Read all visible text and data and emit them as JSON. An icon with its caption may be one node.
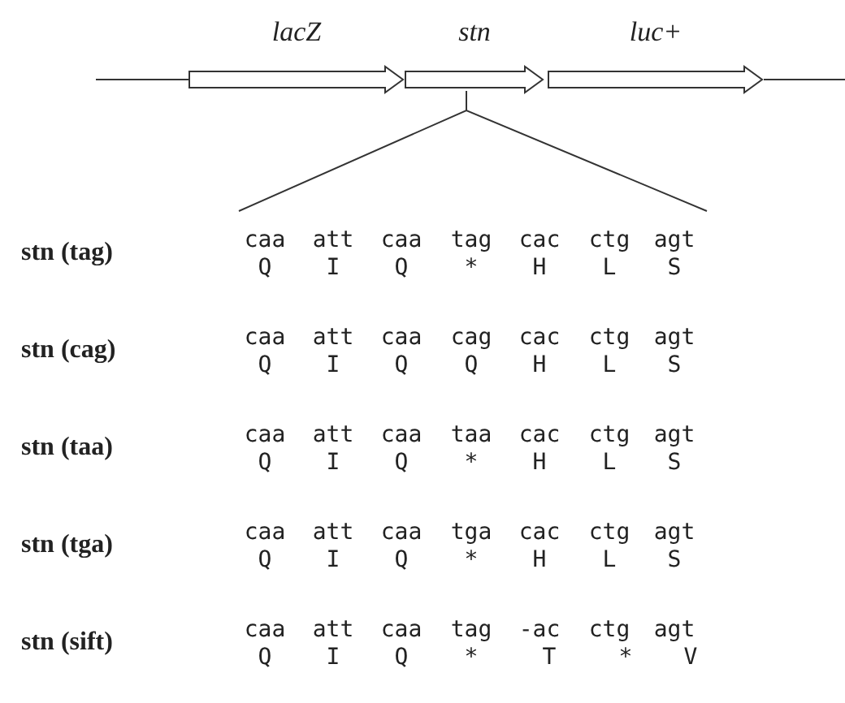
{
  "diagram": {
    "nodes": [
      {
        "text": [
          "lacZ"
        ]
      },
      {
        "text": [
          "stn"
        ]
      },
      {
        "text": [
          "luc+"
        ]
      }
    ],
    "edges": [],
    "labels": [
      "stn (tag)",
      "caa",
      "att",
      "caa",
      "tag",
      "cac",
      "ctg",
      "agt",
      "Q",
      "I",
      "Q",
      "*",
      "H",
      "L",
      "S",
      "stn (cag)",
      "caa",
      "att",
      "caa",
      "cag",
      "cac",
      "ctg",
      "agt",
      "Q",
      "I",
      "Q",
      "Q",
      "H",
      "L",
      "S",
      "stn (taa)",
      "caa",
      "att",
      "caa",
      "taa",
      "cac",
      "ctg",
      "agt",
      "Q",
      "I",
      "Q",
      "*",
      "H",
      "L",
      "S",
      "stn (tga)",
      "caa",
      "att",
      "caa",
      "tga",
      "cac",
      "ctg",
      "agt",
      "Q",
      "I",
      "Q",
      "*",
      "H",
      "L",
      "S",
      "stn (sift)",
      "caa",
      "att",
      "caa",
      "tag",
      "-ac",
      "ctg",
      "agt",
      "Q",
      "I",
      "Q",
      "*",
      "T",
      "*",
      "V"
    ]
  }
}
